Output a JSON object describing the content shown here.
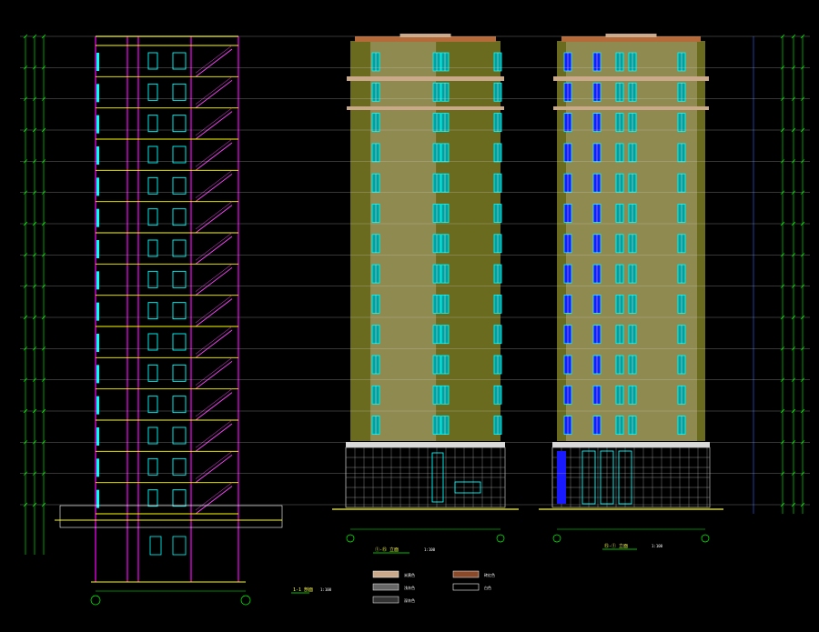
{
  "colors": {
    "background": "#000000",
    "floor_line": "#ffff00",
    "wall": "#ff00ff",
    "window": "#00ffff",
    "stair": "#ff44ff",
    "dimension": "#00ff00",
    "facade_main": "#8f8a4f",
    "facade_side": "#6b6b1f",
    "cornice": "#c9a98a",
    "roof": "#b56a3a",
    "glass_blue": "#1a1aff",
    "grid_line": "#cccccc"
  },
  "views": [
    {
      "id": "section",
      "title": "1-1 剖面",
      "scale": "1:100"
    },
    {
      "id": "elevation-front",
      "title": "①-⑮ 立面",
      "scale": "1:100"
    },
    {
      "id": "elevation-back",
      "title": "⑮-① 立面",
      "scale": "1:100"
    }
  ],
  "legend": [
    {
      "swatch": "#c9a98a",
      "text": "米黄色",
      "pattern": "dots"
    },
    {
      "swatch": "#8a4a2a",
      "text": "砖红色",
      "pattern": "solid"
    },
    {
      "swatch": "#cccccc",
      "text": "浅灰色",
      "pattern": "dots"
    },
    {
      "swatch": "#ffffff",
      "text": "白色",
      "pattern": "outline"
    },
    {
      "swatch": "#ffffff",
      "text": "深灰色",
      "pattern": "dots-small"
    }
  ],
  "floors": 15
}
